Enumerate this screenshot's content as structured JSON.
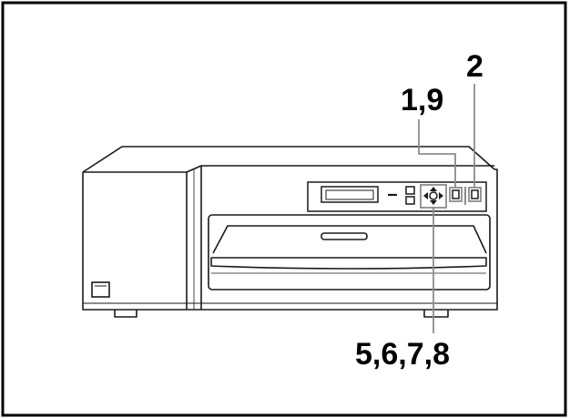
{
  "figure": {
    "callouts": {
      "top_right": "2",
      "top_left": "1,9",
      "bottom": "5,6,7,8"
    },
    "colors": {
      "frame": "#000000",
      "line": "#1a1a1a",
      "leader": "#8c8c8c",
      "background": "#ffffff"
    },
    "icons": [
      "printer-body",
      "lcd-display",
      "control-buttons",
      "arrow-pad",
      "power-switch",
      "paper-tray"
    ]
  }
}
